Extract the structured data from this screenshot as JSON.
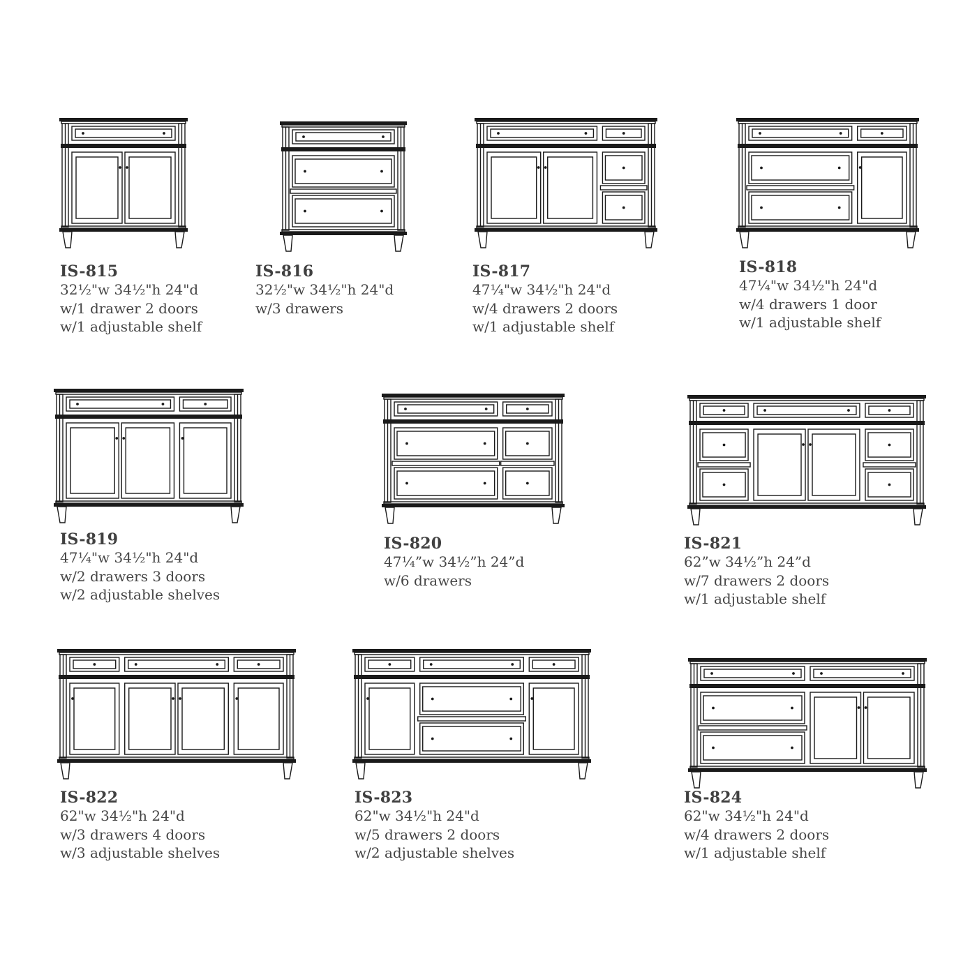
{
  "products": [
    {
      "code": "IS-815",
      "dims": "32½\"w 34½\"h 24\"d",
      "lines": [
        "w/1 drawer 2 doors",
        "w/1 adjustable shelf"
      ],
      "top_drawers": [
        1
      ],
      "body": [
        {
          "type": "doors",
          "count": 2
        }
      ]
    },
    {
      "code": "IS-816",
      "dims": "32½\"w 34½\"h 24\"d",
      "lines": [
        "w/3 drawers"
      ],
      "top_drawers": [
        1
      ],
      "body": [
        {
          "type": "drawers",
          "count": 2
        }
      ]
    },
    {
      "code": "IS-817",
      "dims": "47¼\"w 34½\"h 24\"d",
      "lines": [
        "w/4 drawers 2 doors",
        "w/1 adjustable shelf"
      ],
      "top_drawers": [
        2.6,
        1
      ],
      "body": [
        {
          "type": "doors",
          "count": 2,
          "w": 2.6
        },
        {
          "type": "drawers",
          "count": 2,
          "w": 1
        }
      ]
    },
    {
      "code": "IS-818",
      "dims": "47¼\"w 34½\"h 24\"d",
      "lines": [
        "w/4 drawers 1 door",
        "w/1 adjustable shelf"
      ],
      "top_drawers": [
        2.1,
        1
      ],
      "body": [
        {
          "type": "drawers",
          "count": 2,
          "w": 2.1
        },
        {
          "type": "doors",
          "count": 1,
          "w": 1
        }
      ]
    },
    {
      "code": "IS-819",
      "dims": "47¼\"w 34½\"h 24\"d",
      "lines": [
        "w/2 drawers 3 doors",
        "w/2 adjustable shelves"
      ],
      "top_drawers": [
        2.1,
        1
      ],
      "body": [
        {
          "type": "doors",
          "count": 2,
          "w": 2.1
        },
        {
          "type": "doors",
          "count": 1,
          "w": 1
        }
      ]
    },
    {
      "code": "IS-820",
      "dims": "47¼”w 34½”h 24”d",
      "lines": [
        "w/6 drawers"
      ],
      "top_drawers": [
        2.1,
        1
      ],
      "body": [
        {
          "type": "drawers",
          "count": 2,
          "w": 2.1
        },
        {
          "type": "drawers",
          "count": 2,
          "w": 1
        }
      ]
    },
    {
      "code": "IS-821",
      "dims": "62”w 34½”h 24”d",
      "lines": [
        "w/7 drawers 2 doors",
        "w/1 adjustable shelf"
      ],
      "top_drawers": [
        1,
        2.2,
        1
      ],
      "body": [
        {
          "type": "drawers",
          "count": 2,
          "w": 1
        },
        {
          "type": "doors",
          "count": 2,
          "w": 2.2
        },
        {
          "type": "drawers",
          "count": 2,
          "w": 1
        }
      ]
    },
    {
      "code": "IS-822",
      "dims": "62\"w 34½\"h 24\"d",
      "lines": [
        "w/3 drawers 4 doors",
        "w/3 adjustable shelves"
      ],
      "top_drawers": [
        1,
        2.1,
        1
      ],
      "body": [
        {
          "type": "doors",
          "count": 1,
          "w": 1
        },
        {
          "type": "doors",
          "count": 2,
          "w": 2.1
        },
        {
          "type": "doors",
          "count": 1,
          "w": 1
        }
      ]
    },
    {
      "code": "IS-823",
      "dims": "62\"w 34½\"h 24\"d",
      "lines": [
        "w/5 drawers 2 doors",
        "w/2 adjustable shelves"
      ],
      "top_drawers": [
        1,
        2.1,
        1
      ],
      "body": [
        {
          "type": "doors",
          "count": 1,
          "w": 1
        },
        {
          "type": "drawers",
          "count": 2,
          "w": 2.1
        },
        {
          "type": "doors",
          "count": 1,
          "w": 1
        }
      ]
    },
    {
      "code": "IS-824",
      "dims": "62\"w 34½\"h 24\"d",
      "lines": [
        "w/4 drawers 2 doors",
        "w/1 adjustable shelf"
      ],
      "top_drawers": [
        1,
        1
      ],
      "body": [
        {
          "type": "drawers",
          "count": 2,
          "w": 1
        },
        {
          "type": "doors",
          "count": 2,
          "w": 1
        }
      ]
    }
  ]
}
